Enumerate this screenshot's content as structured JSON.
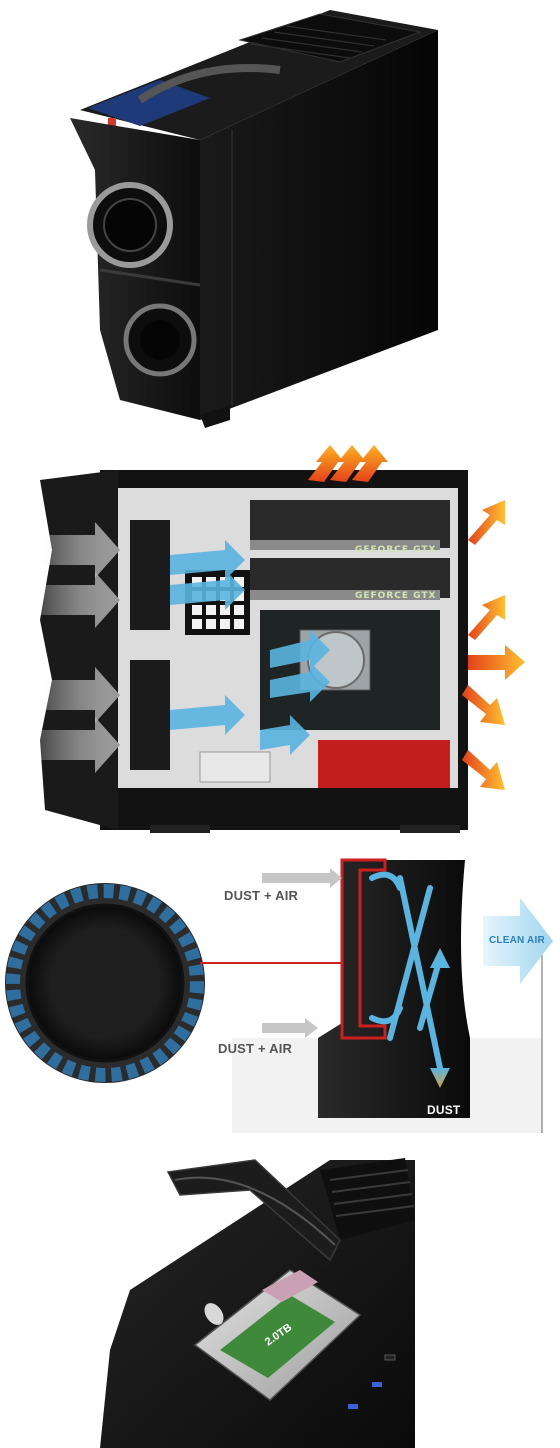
{
  "panel1": {
    "name": "case-exterior-view"
  },
  "panel2": {
    "name": "case-airflow-interior",
    "gpu_labels": [
      "GEFORCE GTX",
      "GEFORCE GTX"
    ]
  },
  "panel3": {
    "name": "dust-filter-diagram",
    "labels": {
      "dust_air_top": "DUST + AIR",
      "dust_air_bottom": "DUST + AIR",
      "clean_air": "CLEAN AIR",
      "dust": "DUST"
    },
    "colors": {
      "accent_red": "#cc1f1f",
      "airflow_blue": "#5ab4e0",
      "clean_air_arrow": "#bfe4f7"
    }
  },
  "panel4": {
    "name": "hdd-hot-swap-bay",
    "hdd_label": "2.0TB"
  }
}
